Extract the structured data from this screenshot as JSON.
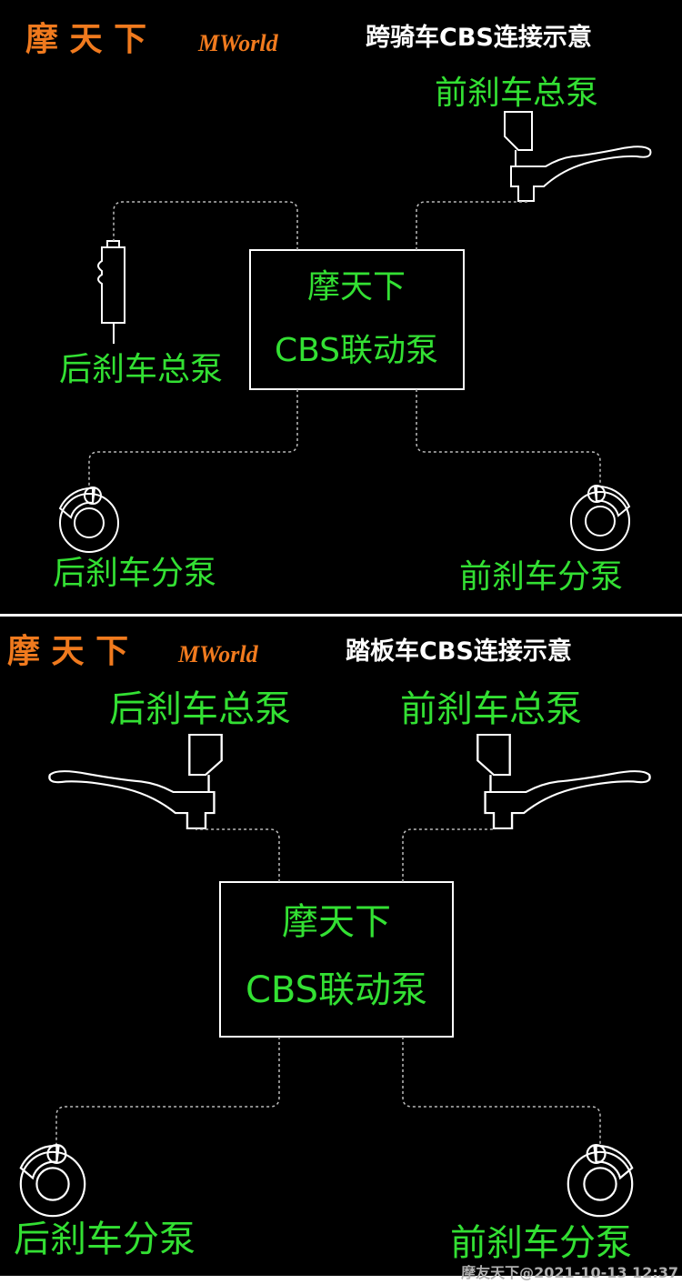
{
  "panel1": {
    "logo_cn": "摩 天 下",
    "logo_en": "MWorld",
    "title": "跨骑车CBS连接示意",
    "front_master": "前刹车总泵",
    "rear_master": "后刹车总泵",
    "pump_line1": "摩天下",
    "pump_line2": "CBS联动泵",
    "rear_caliper": "后刹车分泵",
    "front_caliper": "前刹车分泵"
  },
  "panel2": {
    "logo_cn": "摩 天 下",
    "logo_en": "MWorld",
    "title": "踏板车CBS连接示意",
    "rear_master": "后刹车总泵",
    "front_master": "前刹车总泵",
    "pump_line1": "摩天下",
    "pump_line2": "CBS联动泵",
    "rear_caliper": "后刹车分泵",
    "front_caliper": "前刹车分泵"
  },
  "watermark": "摩友天下@2021-10-13 12:37",
  "colors": {
    "label": "#33e033",
    "logo": "#f07a1e",
    "background": "#000000"
  }
}
